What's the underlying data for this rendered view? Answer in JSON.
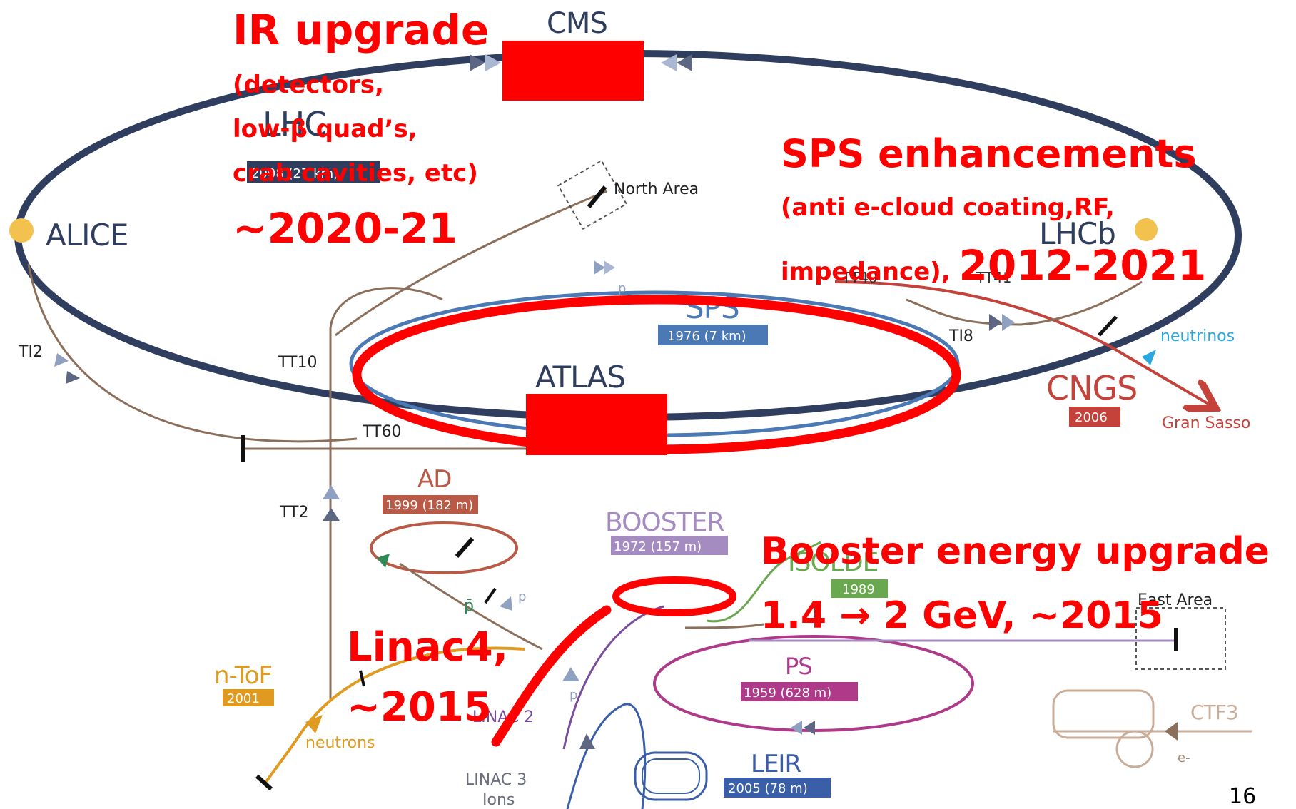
{
  "accelerators": {
    "lhc": {
      "name": "LHC",
      "badge": "2008 (27 km)"
    },
    "sps": {
      "name": "SPS",
      "badge": "1976 (7 km)"
    },
    "ad": {
      "name": "AD",
      "badge": "1999 (182 m)"
    },
    "booster": {
      "name": "BOOSTER",
      "badge": "1972 (157 m)"
    },
    "isolde": {
      "name": "ISOLDE",
      "badge": "1989"
    },
    "ps": {
      "name": "PS",
      "badge": "1959 (628 m)"
    },
    "leir": {
      "name": "LEIR",
      "badge": "2005 (78 m)"
    },
    "ntof": {
      "name": "n-ToF",
      "badge": "2001"
    },
    "cngs": {
      "name": "CNGS",
      "badge": "2006"
    },
    "ctf3": {
      "name": "CTF3"
    },
    "linac2": {
      "name": "LINAC 2"
    },
    "linac3": {
      "name": "LINAC 3",
      "sub": "Ions"
    }
  },
  "experiments": {
    "cms": "CMS",
    "atlas": "ATLAS",
    "alice": "ALICE",
    "lhcb": "LHCb"
  },
  "lines": {
    "ti2": "TI2",
    "ti8": "TI8",
    "tt10": "TT10",
    "tt60": "TT60",
    "tt2": "TT2",
    "tt40": "TT40",
    "tt41": "TT41",
    "north_area": "North Area",
    "east_area": "East Area",
    "gran_sasso": "Gran Sasso",
    "neutrinos": "neutrinos",
    "neutrons": "neutrons",
    "p": "p",
    "pbar": "p̄",
    "e_minus": "e-"
  },
  "annotations": {
    "ir": {
      "title": "IR upgrade",
      "line1": "(detectors,",
      "line2": "low-β quad’s,",
      "line3": "crab cavities, etc)",
      "year": "~2020-21"
    },
    "sps": {
      "title": "SPS enhancements",
      "line1": "(anti e-cloud coating,RF,",
      "line2": "impedance), ",
      "years": "2012-2021"
    },
    "booster": {
      "title": "Booster energy upgrade",
      "line": "1.4 → 2 GeV, ~2015"
    },
    "linac4": {
      "title": "Linac4,",
      "year": "~2015"
    }
  },
  "page_number": "16",
  "colors": {
    "lhc": "#2f3e5e",
    "sps": "#4a79b5",
    "ad": "#b85a45",
    "booster": "#a58cc0",
    "isolde": "#6aa84f",
    "ps": "#b03a8a",
    "leir": "#3a5ea8",
    "ntof": "#e09a1f",
    "cngs": "#c4423a",
    "transfer": "#8c6f5a",
    "highlight": "#ff0000"
  }
}
